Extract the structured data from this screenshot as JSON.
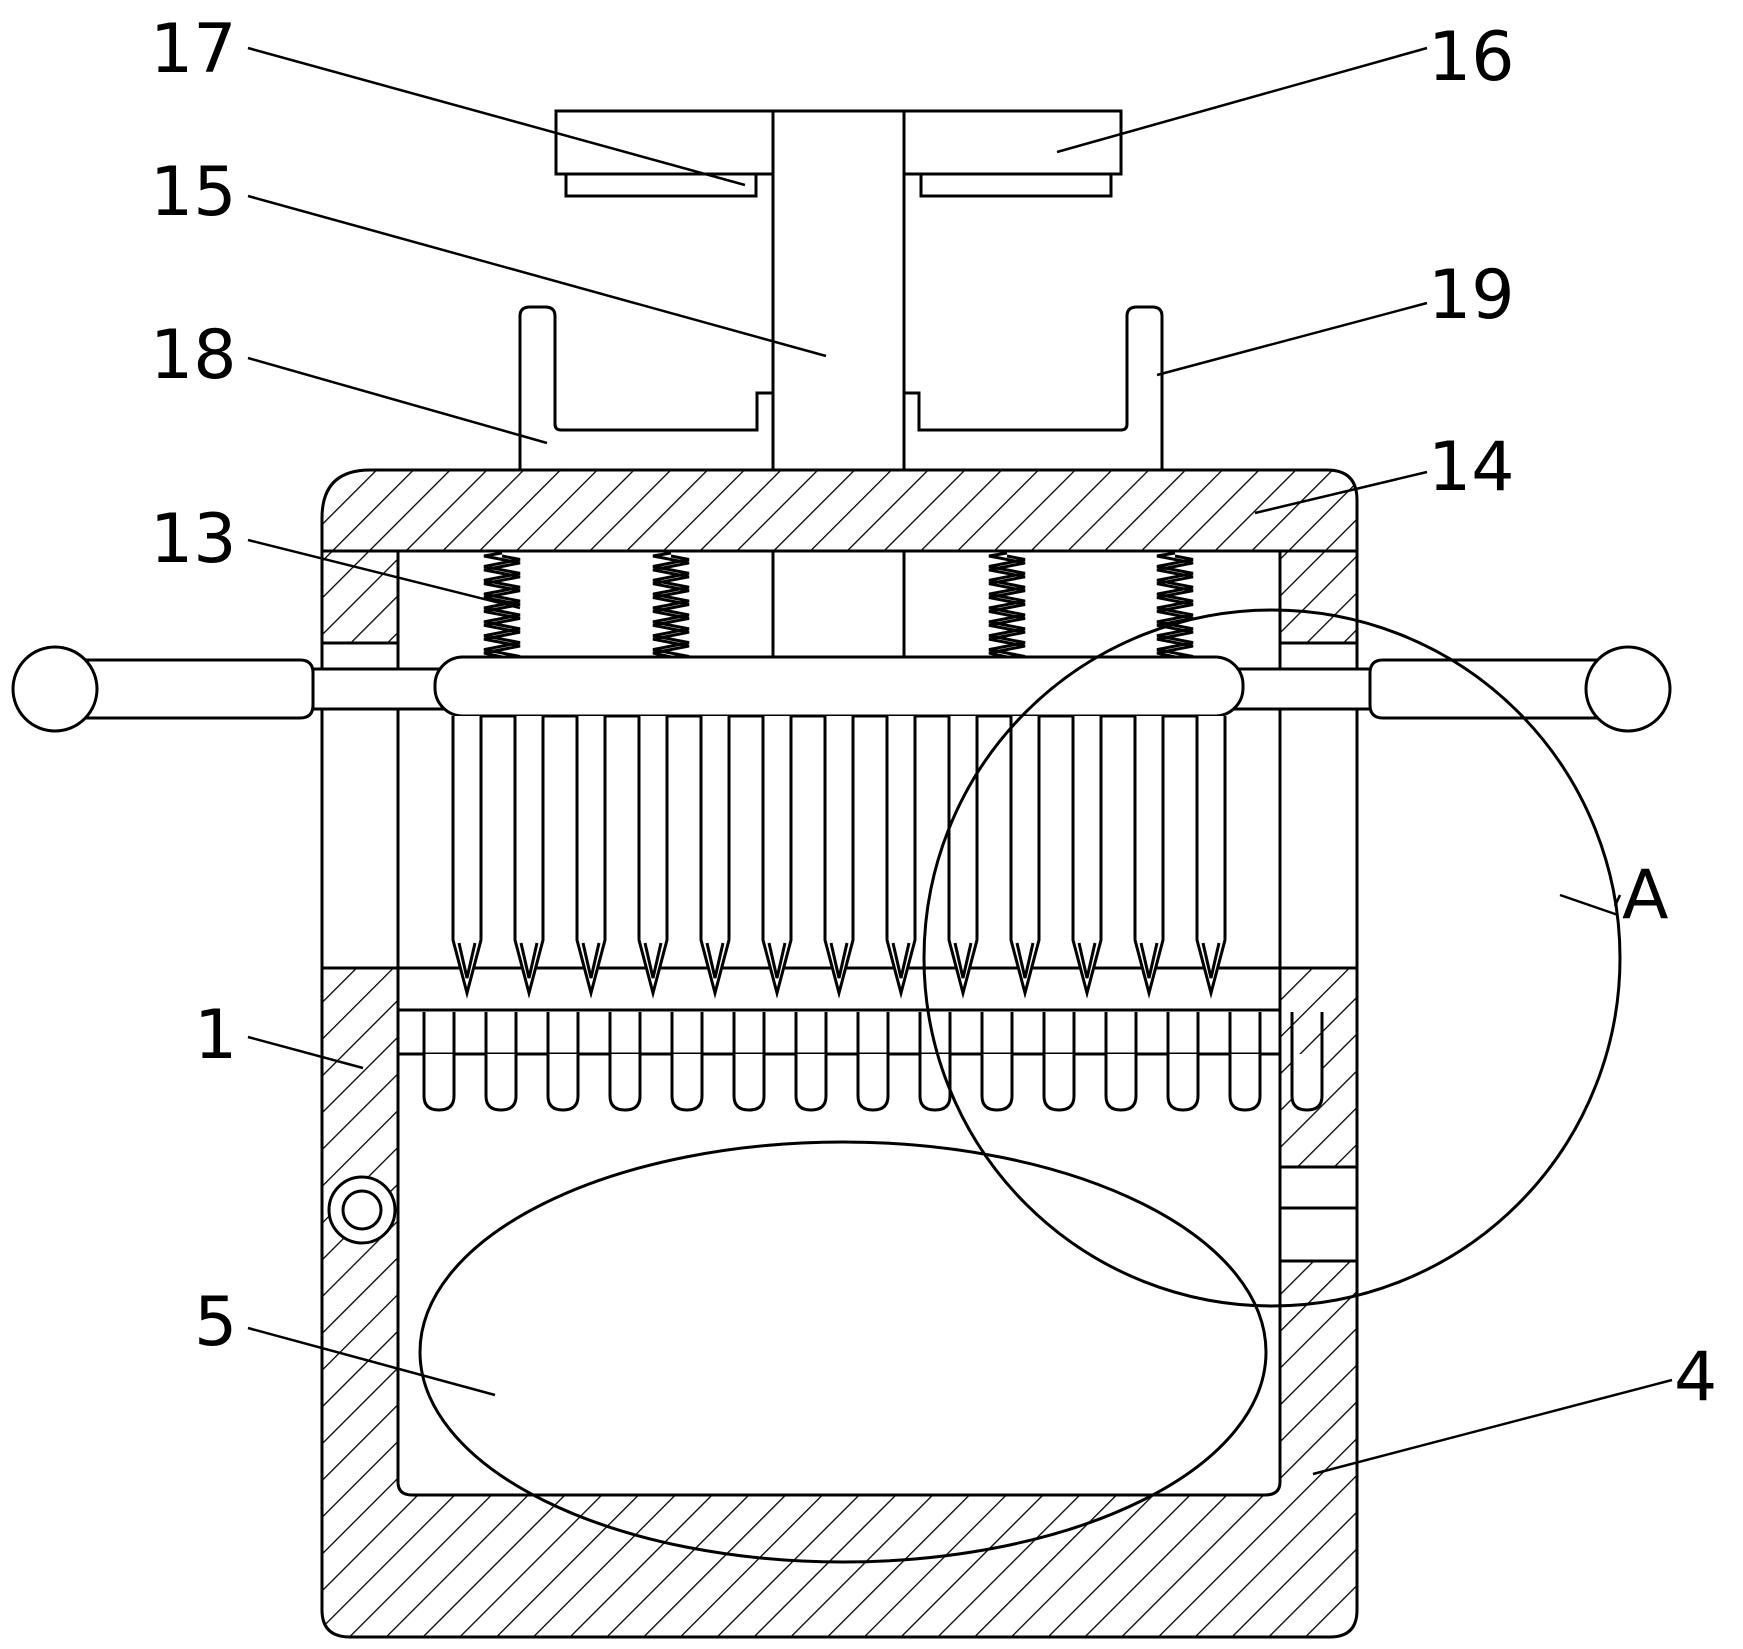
{
  "labels": {
    "n17": "17",
    "n16": "16",
    "n15": "15",
    "n19": "19",
    "n18": "18",
    "n14": "14",
    "n13": "13",
    "nA": "A",
    "n1": "1",
    "n5": "5",
    "n4": "4"
  }
}
